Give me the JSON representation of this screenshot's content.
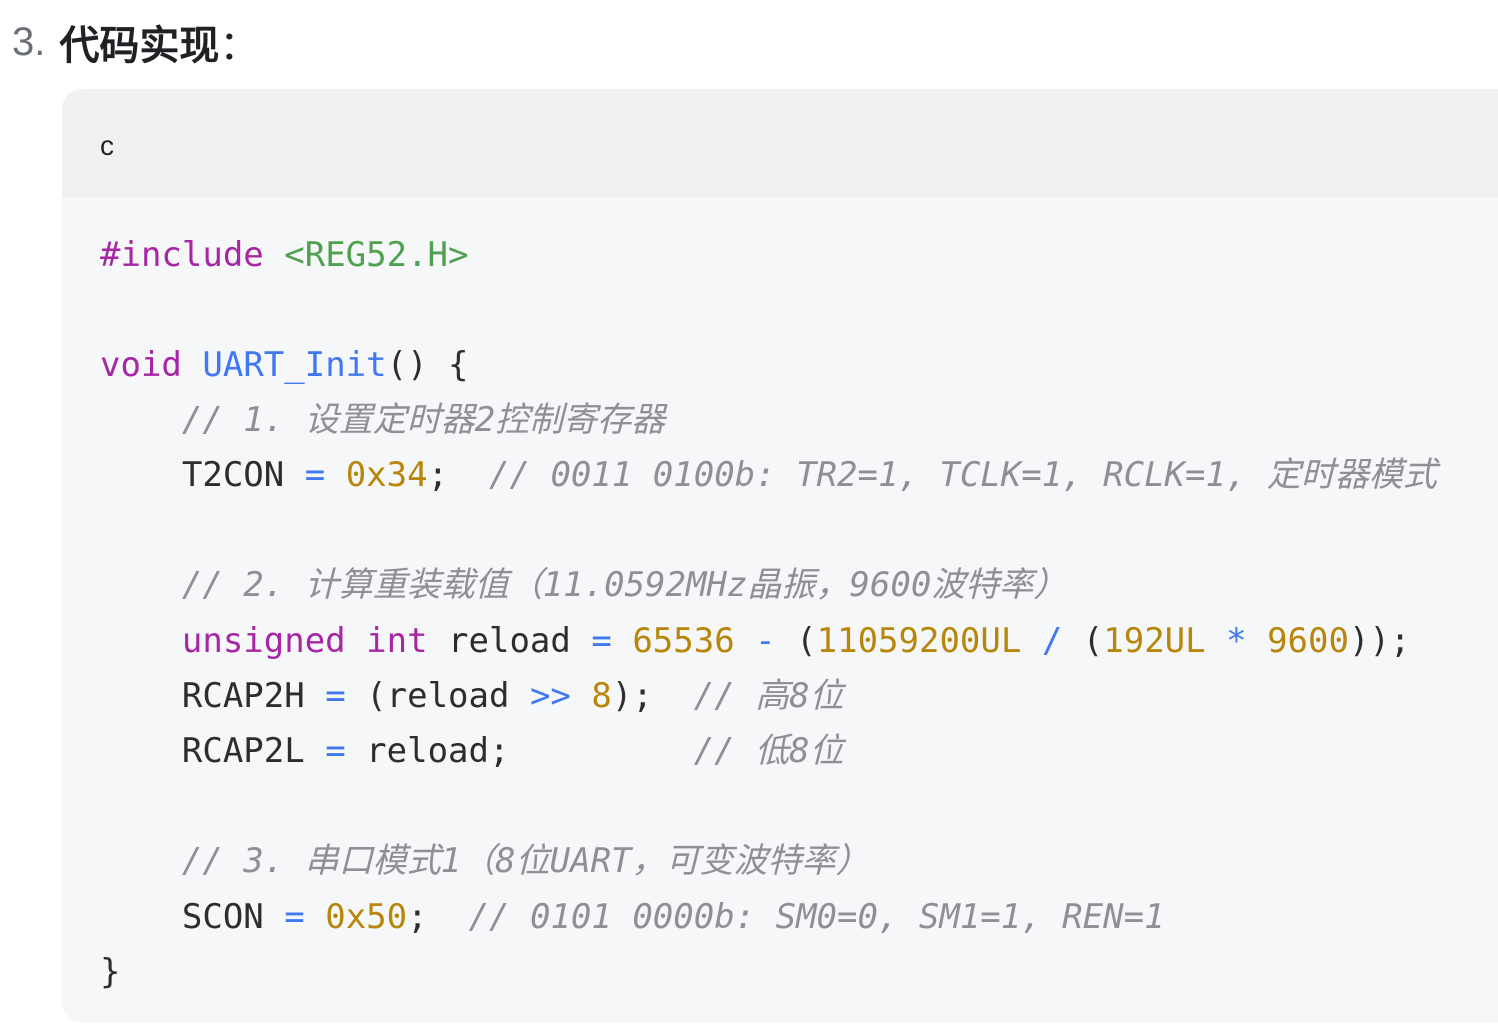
{
  "heading": {
    "number": "3.",
    "title": "代码实现",
    "colon": "："
  },
  "code_block": {
    "language": "c",
    "lines": {
      "l1": {
        "directive": "#include",
        "header": "<REG52.H>"
      },
      "l3": {
        "type": "void",
        "name": "UART_Init",
        "rest": "() {"
      },
      "l4": {
        "comment": "// 1. 设置定时器2控制寄存器"
      },
      "l5": {
        "ident": "T2CON",
        "eq": "=",
        "value": "0x34",
        "semi": ";",
        "comment": "// 0011 0100b: TR2=1, TCLK=1, RCLK=1, 定时器模式"
      },
      "l7": {
        "comment": "// 2. 计算重装载值（11.0592MHz晶振，9600波特率）"
      },
      "l8": {
        "kw1": "unsigned",
        "kw2": "int",
        "ident": "reload",
        "eq": "=",
        "n1": "65536",
        "minus": "-",
        "p1": "(",
        "n2": "11059200UL",
        "div": "/",
        "p2": "(",
        "n3": "192UL",
        "mul": "*",
        "n4": "9600",
        "end": "));"
      },
      "l9": {
        "ident": "RCAP2H",
        "eq": "=",
        "p1": "(reload",
        "shr": ">>",
        "n": "8",
        "end": ");",
        "comment": "// 高8位"
      },
      "l10": {
        "ident": "RCAP2L",
        "eq": "=",
        "rest": "reload;",
        "comment": "// 低8位"
      },
      "l12": {
        "comment": "// 3. 串口模式1（8位UART，可变波特率）"
      },
      "l13": {
        "ident": "SCON",
        "eq": "=",
        "value": "0x50",
        "semi": ";",
        "comment": "// 0101 0000b: SM0=0, SM1=1, REN=1"
      },
      "l14": {
        "brace": "}"
      }
    }
  },
  "colors": {
    "keyword": "#a626a4",
    "string": "#50a14f",
    "function": "#4078f2",
    "number": "#b7860b",
    "comment": "#8e9096",
    "code_bg": "#f6f7f8",
    "header_bg": "#f1f1f2"
  }
}
